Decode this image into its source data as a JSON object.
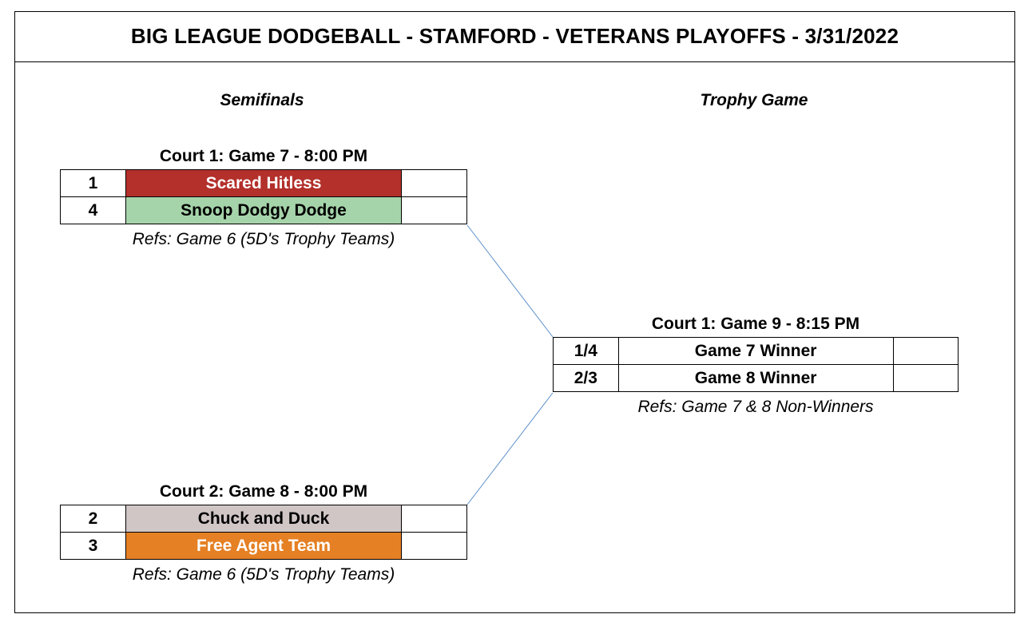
{
  "title": "BIG LEAGUE DODGEBALL - STAMFORD - VETERANS PLAYOFFS - 3/31/2022",
  "sections": {
    "semifinals": "Semifinals",
    "trophy": "Trophy Game"
  },
  "games": {
    "g7": {
      "label": "Court 1: Game 7 - 8:00 PM",
      "refs": "Refs: Game 6 (5D's Trophy Teams)",
      "teams": [
        {
          "seed": "1",
          "name": "Scared Hitless",
          "bg": "#B3302B",
          "fg": "#FFFFFF",
          "score": ""
        },
        {
          "seed": "4",
          "name": "Snoop Dodgy Dodge",
          "bg": "#A6D4AA",
          "fg": "#000000",
          "score": ""
        }
      ]
    },
    "g8": {
      "label": "Court 2: Game 8 - 8:00 PM",
      "refs": "Refs: Game 6 (5D's Trophy Teams)",
      "teams": [
        {
          "seed": "2",
          "name": "Chuck and Duck",
          "bg": "#D0C6C6",
          "fg": "#000000",
          "score": ""
        },
        {
          "seed": "3",
          "name": "Free Agent Team",
          "bg": "#E58024",
          "fg": "#FFFFFF",
          "score": ""
        }
      ]
    },
    "g9": {
      "label": "Court 1: Game 9 - 8:15 PM",
      "refs": "Refs: Game 7 & 8 Non-Winners",
      "teams": [
        {
          "seed": "1/4",
          "name": "Game 7 Winner",
          "bg": "#FFFFFF",
          "fg": "#000000",
          "score": ""
        },
        {
          "seed": "2/3",
          "name": "Game 8 Winner",
          "bg": "#FFFFFF",
          "fg": "#000000",
          "score": ""
        }
      ]
    }
  },
  "colors": {
    "connector": "#5B8FC9",
    "border": "#000000"
  }
}
